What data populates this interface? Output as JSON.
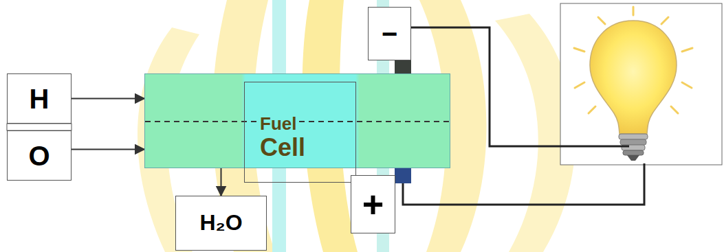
{
  "diagram": {
    "nodes": [
      {
        "text": [
          "H"
        ]
      },
      {
        "text": [
          "O"
        ]
      },
      {
        "text": [
          "Fuel",
          "Cell"
        ]
      },
      {
        "text": [
          "H₂O"
        ]
      },
      {
        "text": [
          "−"
        ]
      },
      {
        "text": [
          "+"
        ]
      }
    ],
    "edges": [
      {
        "from": 0,
        "to": 2,
        "arrow": "to"
      },
      {
        "from": 1,
        "to": 2,
        "arrow": "to"
      },
      {
        "from": 2,
        "to": 3,
        "arrow": "to"
      }
    ]
  }
}
